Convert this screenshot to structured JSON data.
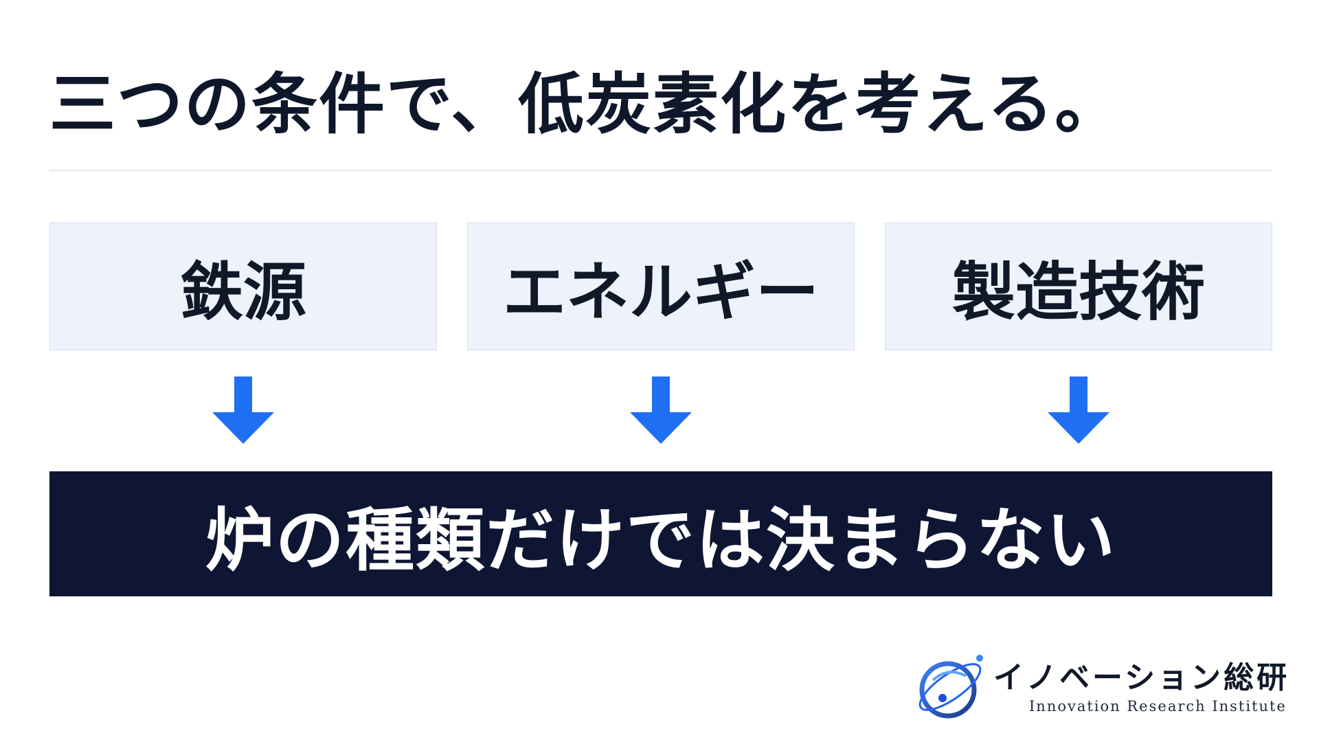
{
  "title": "三つの条件で、低炭素化を考える。",
  "conditions": [
    {
      "label": "鉄源"
    },
    {
      "label": "エネルギー"
    },
    {
      "label": "製造技術"
    }
  ],
  "conclusion": "炉の種類だけでは決まらない",
  "logo": {
    "name_jp": "イノベーション総研",
    "name_en": "Innovation Research Institute"
  },
  "colors": {
    "title_text": "#0f172a",
    "box_background": "#edf2fb",
    "arrow": "#1f6ff2",
    "banner_background": "#0e1633",
    "banner_text": "#ffffff"
  },
  "icons": {
    "arrow": "arrow-down-icon",
    "logo": "orbit-logo-icon"
  }
}
